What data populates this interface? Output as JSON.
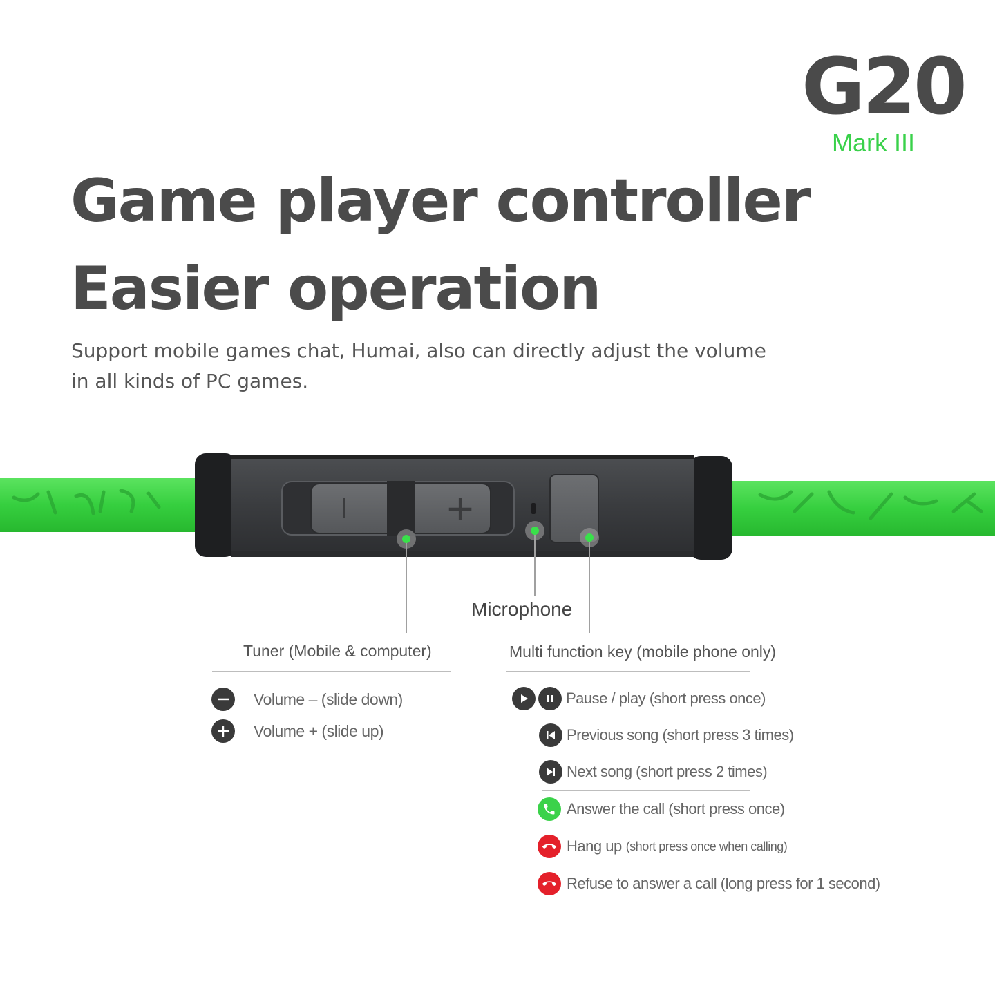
{
  "brand": {
    "model": "G20",
    "submodel": "Mark III",
    "accent_color": "#39d14a",
    "cable_color": "#3fd447"
  },
  "headline": {
    "line1": "Game player controller",
    "line2": "Easier operation"
  },
  "description": "Support mobile games chat, Humai, also can directly adjust the volume in all kinds of PC games.",
  "controller": {
    "slider_minus": "I",
    "slider_plus": "+",
    "callout_labels": {
      "microphone": "Microphone",
      "tuner": "Tuner (Mobile & computer)",
      "multifunction": "Multi function key (mobile phone only)"
    }
  },
  "tuner_items": [
    {
      "icon": "minus-icon",
      "text": "Volume – (slide down)"
    },
    {
      "icon": "plus-icon",
      "text": "Volume + (slide up)"
    }
  ],
  "multifunction_items": [
    {
      "icons": [
        "play-icon",
        "pause-icon"
      ],
      "text": "Pause / play (short press once)"
    },
    {
      "icon": "previous-track-icon",
      "text": "Previous song (short press 3 times)"
    },
    {
      "icon": "next-track-icon",
      "text": "Next song (short press 2 times)"
    },
    {
      "icon": "phone-answer-icon",
      "text": "Answer the call (short press once)",
      "color": "#3bd24a"
    },
    {
      "icon": "phone-hangup-icon",
      "text": "Hang up",
      "note": "(short press once when calling)",
      "color": "#e4202a"
    },
    {
      "icon": "phone-hangup-icon",
      "text": "Refuse to answer a call (long press for 1 second)",
      "color": "#e4202a"
    }
  ]
}
